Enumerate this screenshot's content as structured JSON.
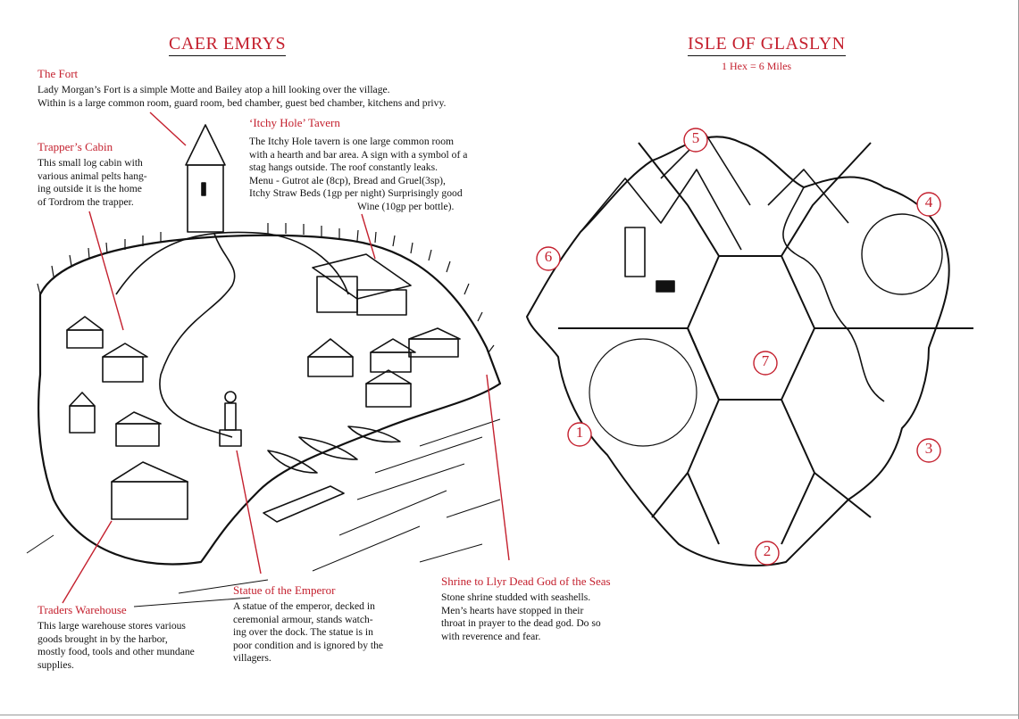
{
  "left": {
    "title": "CAER EMRYS",
    "fort": {
      "heading": "The Fort",
      "lines": [
        "Lady Morgan’s Fort is a simple Motte and Bailey atop a hill looking over the village.",
        "Within is a large common room, guard room, bed chamber, guest bed chamber, kitchens and privy."
      ]
    },
    "tavern": {
      "heading": "‘Itchy Hole’ Tavern",
      "lines": [
        "The Itchy Hole tavern is one large common room",
        "with a hearth and bar area. A sign with a symbol of a",
        "stag hangs outside. The roof constantly leaks.",
        "Menu - Gutrot ale (8cp), Bread and Gruel(3sp),",
        "Itchy Straw Beds (1gp per night) Surprisingly good",
        "Wine (10gp per bottle)."
      ]
    },
    "cabin": {
      "heading": "Trapper’s Cabin",
      "lines": [
        "This small log cabin with",
        "various animal pelts hang-",
        "ing outside it is the home",
        "of  Tordrom the trapper."
      ]
    },
    "warehouse": {
      "heading": "Traders Warehouse",
      "lines": [
        "This large warehouse stores various",
        "goods brought in by the harbor,",
        "mostly food, tools and other mundane",
        "supplies."
      ]
    },
    "statue": {
      "heading": "Statue of the Emperor",
      "lines": [
        "A statue of the emperor, decked in",
        "ceremonial armour, stands watch-",
        "ing over the dock. The statue is in",
        "poor condition and is ignored by the",
        "villagers."
      ]
    },
    "shrine": {
      "heading": "Shrine to Llyr Dead God of the Seas",
      "lines": [
        "Stone shrine studded with seashells.",
        "Men’s hearts have stopped in their",
        "throat in prayer to the dead god. Do so",
        "with reverence and fear."
      ]
    }
  },
  "right": {
    "title": "ISLE OF GLASLYN",
    "scale": "1 Hex = 6 Miles",
    "markers": [
      "1",
      "2",
      "3",
      "4",
      "5",
      "6",
      "7"
    ]
  },
  "colors": {
    "accent": "#c4202e",
    "ink": "#111111"
  }
}
